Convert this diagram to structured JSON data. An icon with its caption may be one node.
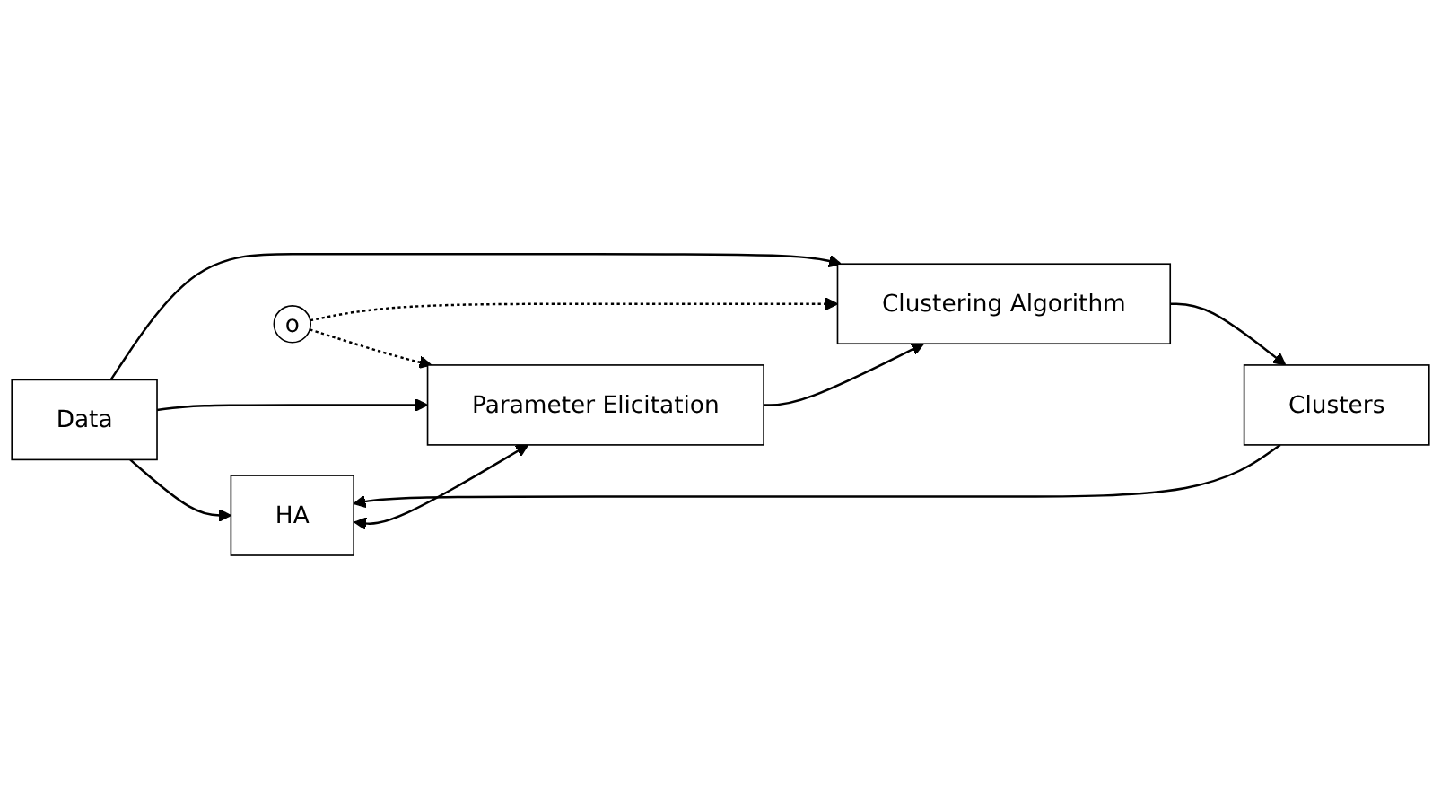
{
  "diagram": {
    "nodes": [
      {
        "text": [
          "HA"
        ]
      },
      {
        "text": [
          "Data"
        ]
      },
      {
        "text": [
          "Parameter Elicitation"
        ]
      },
      {
        "text": [
          "Clustering Algorithm"
        ]
      },
      {
        "text": [
          "Clusters"
        ]
      },
      {
        "text": [
          "o"
        ]
      }
    ],
    "edges": [
      {
        "from": 1,
        "to": 0,
        "arrow": "to"
      },
      {
        "from": 4,
        "to": 0,
        "arrow": "to"
      },
      {
        "from": 0,
        "to": 2,
        "arrow": "both"
      },
      {
        "from": 1,
        "to": 2,
        "arrow": "to"
      },
      {
        "from": 2,
        "to": 3,
        "arrow": "to"
      },
      {
        "from": 3,
        "to": 4,
        "arrow": "to"
      },
      {
        "from": 1,
        "to": 3,
        "arrow": "to"
      },
      {
        "from": 5,
        "to": 2,
        "arrow": "to",
        "style": "dashed"
      },
      {
        "from": 5,
        "to": 3,
        "arrow": "to",
        "style": "dashed"
      }
    ]
  }
}
